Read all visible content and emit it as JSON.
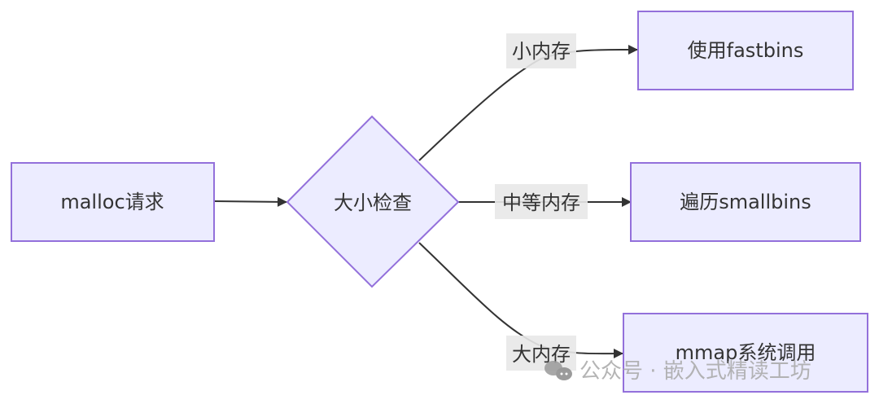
{
  "colors": {
    "node_fill": "#ececff",
    "node_stroke": "#9370db",
    "edge": "#333333",
    "label_bg": "#e8e8e8",
    "text": "#333333",
    "watermark": "#a8a8a8"
  },
  "nodes": {
    "start": {
      "label": "malloc请求"
    },
    "decision": {
      "label": "大小检查"
    },
    "fastbins": {
      "label": "使用fastbins"
    },
    "smallbins": {
      "label": "遍历smallbins"
    },
    "mmap": {
      "label": "mmap系统调用"
    }
  },
  "edges": {
    "start_to_decision": {
      "label": ""
    },
    "small": {
      "label": "小内存"
    },
    "medium": {
      "label": "中等内存"
    },
    "large": {
      "label": "大内存"
    }
  },
  "watermark": {
    "text": "公众号 · 嵌入式精读工坊",
    "icon": "wechat-icon"
  }
}
